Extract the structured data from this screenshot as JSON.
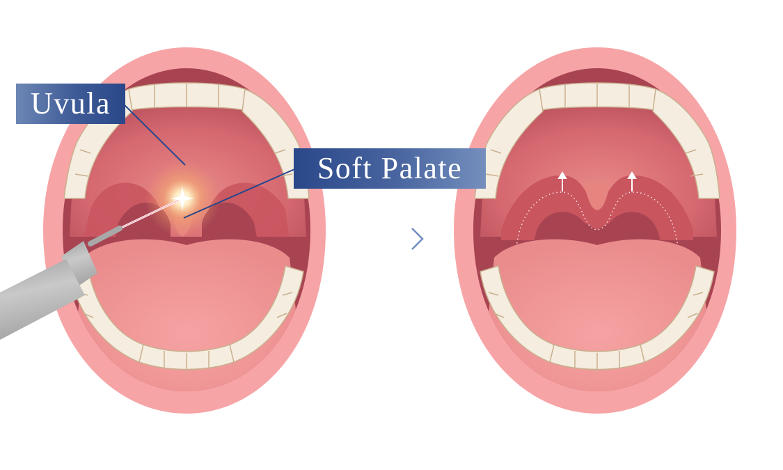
{
  "diagram": {
    "type": "medical-illustration",
    "description": "Before and after laser treatment of the soft palate and uvula (open mouth views)",
    "labels": {
      "uvula": "Uvula",
      "soft_palate": "Soft Palate"
    },
    "panels": [
      {
        "id": "before",
        "content": "Open mouth with laser probe targeting the uvula/soft palate, glowing spark at tip"
      },
      {
        "id": "after",
        "content": "Open mouth with shortened, lifted uvula and soft palate; dotted outline shows original position; white upward arrows"
      }
    ],
    "arrow": "right-arrow between panels",
    "colors": {
      "label_dark": "#2a4789",
      "label_light": "#748fbd",
      "leader_line": "#27478c",
      "lip": "#f7a4a6",
      "teeth": "#f5ede0",
      "tooth_line": "#c9b08e",
      "palate": "#d7646b",
      "throat": "#a84452",
      "tongue": "#f0999a",
      "probe": "#b1b1b1",
      "laser": "#ffffff",
      "arrow": "#3d5a96"
    }
  }
}
